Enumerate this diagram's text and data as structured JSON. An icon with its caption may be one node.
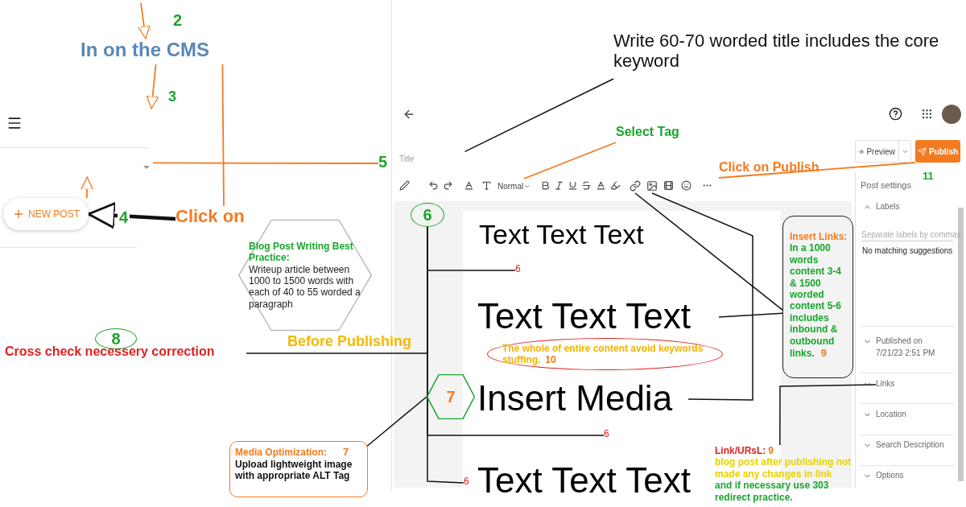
{
  "diagram": {
    "nodes": [
      {
        "text": [
          "In on the CMS"
        ]
      },
      {
        "text": [],
        "shape": "box"
      },
      {
        "text": [
          "NEW POST"
        ]
      },
      {
        "text": [
          "Click on"
        ]
      },
      {
        "text": [
          "5"
        ]
      },
      {
        "text": [
          "Title"
        ]
      },
      {
        "text": [
          "Write 60-70 worded title includes the core keyword"
        ]
      },
      {
        "text": [
          "Select Tag"
        ]
      },
      {
        "text": [
          "Normal"
        ]
      },
      {
        "text": [
          "Click on Publish"
        ]
      },
      {
        "text": [
          "Publish"
        ]
      },
      {
        "text": [],
        "shape": "picture"
      },
      {
        "text": [],
        "shape": "picture"
      },
      {
        "text": [
          "6"
        ]
      },
      {
        "text": [
          "Text Text Text"
        ]
      },
      {
        "text": [
          "Text Text Text"
        ]
      },
      {
        "text": [
          "The whole of entire content avoid keywords stuffing.",
          "10"
        ]
      },
      {
        "text": [
          "Insert Media"
        ]
      },
      {
        "text": [
          "Text Text Text"
        ]
      },
      {
        "text": [
          "6"
        ]
      },
      {
        "text": [
          "6"
        ]
      },
      {
        "text": [
          "6"
        ]
      },
      {
        "text": [
          "Blog Post Writing Best Practice:",
          "Writeup article between 1000 to 1500 words with each of 40 to 55 worded a paragraph"
        ]
      },
      {
        "text": [
          "8"
        ]
      },
      {
        "text": [
          "Cross check necessery correction"
        ]
      },
      {
        "text": [
          "7"
        ]
      },
      {
        "text": [
          "Media Optimization:",
          "7",
          "Upload lightweight image with appropriate ALT Tag"
        ]
      },
      {
        "text": [
          "Insert Links:",
          "In a 1000 words content 3-4 & 1500 worded content 5-6 includes inbound & outbound links.",
          "9"
        ]
      },
      {
        "text": [
          "Link/URsL:",
          "9",
          "blog post after publishing not made any changes in link",
          "and if necessary use 303 redirect practice."
        ]
      },
      {
        "text": [
          "Links"
        ]
      }
    ],
    "edges": [
      {
        "from": null,
        "to": 0,
        "arrow": "to",
        "label": "2",
        "color": "#f47a20"
      },
      {
        "from": 0,
        "to": null,
        "arrow": "to",
        "label": "3",
        "color": "#f47a20"
      },
      {
        "from": 2,
        "to": 1,
        "arrow": "to",
        "color": "#f47a20"
      },
      {
        "from": 3,
        "to": 2,
        "arrow": "to",
        "label": "4",
        "style": "thick"
      },
      {
        "from": 1,
        "to": 4,
        "arrow": "none",
        "color": "#f47a20"
      },
      {
        "from": 0,
        "to": 3,
        "arrow": "none",
        "color": "#f47a20"
      },
      {
        "from": 6,
        "to": 5,
        "arrow": "none"
      },
      {
        "from": 7,
        "to": 8,
        "arrow": "none",
        "color": "#f47a20"
      },
      {
        "from": 9,
        "to": 10,
        "arrow": "none",
        "color": "#f47a20"
      },
      {
        "from": 24,
        "to": 13,
        "arrow": "none",
        "label": "Before Publishing"
      },
      {
        "from": 13,
        "to": 19,
        "arrow": "none"
      },
      {
        "from": 13,
        "to": 20,
        "arrow": "none"
      },
      {
        "from": 13,
        "to": 21,
        "arrow": "none"
      },
      {
        "from": 25,
        "to": 26,
        "arrow": "none"
      },
      {
        "from": 15,
        "to": 27,
        "arrow": "none"
      },
      {
        "from": 11,
        "to": 27,
        "arrow": "none"
      },
      {
        "from": 12,
        "to": 17,
        "arrow": "none"
      },
      {
        "from": 28,
        "to": 29,
        "arrow": "none"
      }
    ],
    "labels": [
      "Preview",
      "11",
      "Post settings",
      "Labels",
      "Separate labels by commas",
      "No matching suggestions",
      "Published on",
      "7/21/23 2:51 PM",
      "Location",
      "Search Description",
      "Options"
    ]
  }
}
